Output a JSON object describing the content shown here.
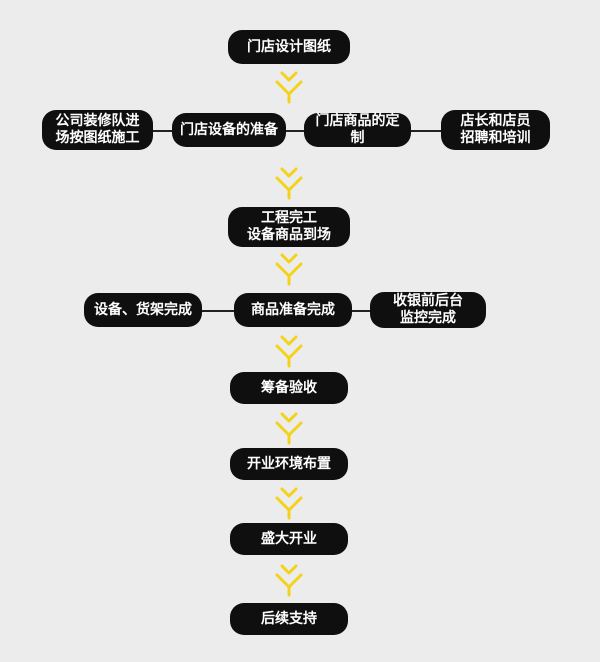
{
  "diagram": {
    "title_node": "门店设计图纸",
    "row1": {
      "left": "公司装修队进\n场按图纸施工",
      "center_left": "门店设备的准备",
      "center_right": "门店商品的定制",
      "right": "店长和店员\n招聘和培训"
    },
    "step_completion": "工程完工\n设备商品到场",
    "row2": {
      "left": "设备、货架完成",
      "center": "商品准备完成",
      "right": "收银前后台\n监控完成"
    },
    "step_acceptance": "筹备验收",
    "step_layout": "开业环境布置",
    "step_opening": "盛大开业",
    "step_support": "后续支持"
  },
  "colors": {
    "background": "#ececec",
    "node_fill": "#0f0f0f",
    "node_text": "#ffffff",
    "arrow": "#f2d31a",
    "line": "#222222"
  },
  "icons": {
    "flow_arrow": "down-chevron-arrow-icon"
  }
}
